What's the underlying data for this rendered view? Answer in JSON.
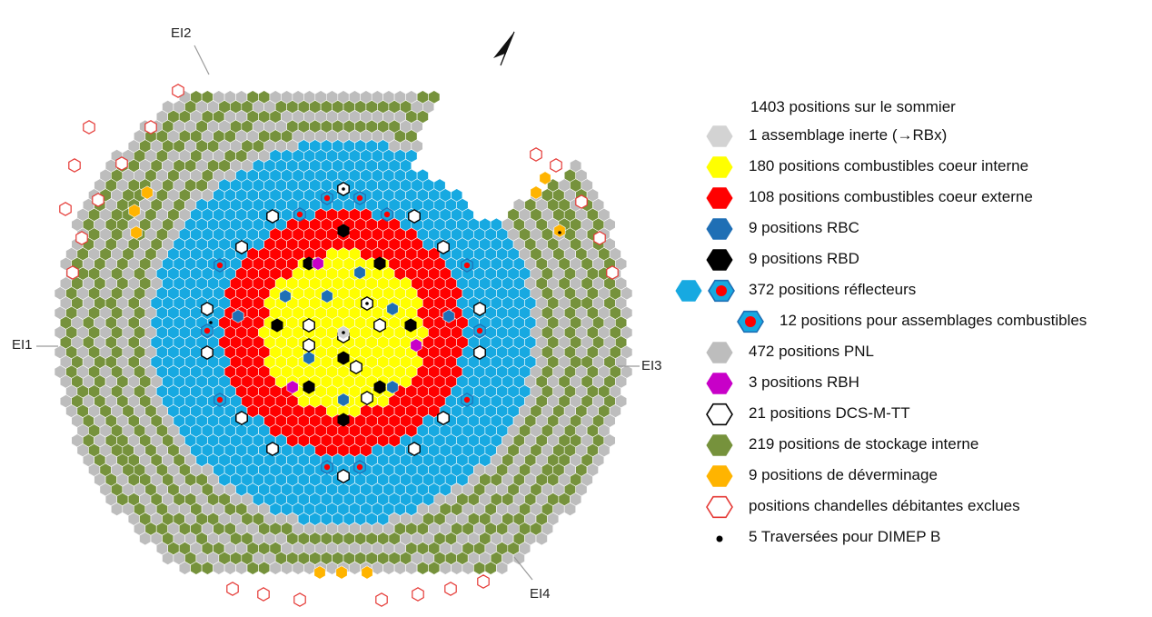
{
  "axis_labels": [
    "EI1",
    "EI2",
    "EI3",
    "EI4"
  ],
  "legend": {
    "title": "1403 positions sur le sommier",
    "items": [
      {
        "id": "inerte",
        "label": "1 assemblage inerte (→RBx)",
        "color": "#d3d3d3",
        "stroke": "#d3d3d3",
        "marker": "hex"
      },
      {
        "id": "combustible-interne",
        "label": "180 positions combustibles  coeur interne",
        "color": "#ffff00",
        "stroke": "#ffff00",
        "marker": "hex"
      },
      {
        "id": "combustible-externe",
        "label": "108 positions combustibles  coeur externe",
        "color": "#ff0000",
        "stroke": "#ff0000",
        "marker": "hex"
      },
      {
        "id": "rbc",
        "label": "9 positions RBC",
        "color": "#1f6fb5",
        "stroke": "#1f6fb5",
        "marker": "hex"
      },
      {
        "id": "rbd",
        "label": "9 positions RBD",
        "color": "#000000",
        "stroke": "#000000",
        "marker": "hex"
      },
      {
        "id": "reflecteurs",
        "label": "372 positions réflecteurs",
        "color": "#17a9e1",
        "stroke": "#17a9e1",
        "marker": "hex-pair"
      },
      {
        "id": "reflecteurs-combustibles",
        "label": "12 positions pour assemblages combustibles",
        "color": "#17a9e1",
        "stroke": "#1f6fb5",
        "marker": "hex-dot",
        "indent": true
      },
      {
        "id": "pnl",
        "label": "472 positions PNL",
        "color": "#bdbdbd",
        "stroke": "#bdbdbd",
        "marker": "hex"
      },
      {
        "id": "rbh",
        "label": "3 positions RBH",
        "color": "#c800c8",
        "stroke": "#c800c8",
        "marker": "hex"
      },
      {
        "id": "dcs",
        "label": "21 positions DCS-M-TT",
        "color": "#ffffff",
        "stroke": "#000000",
        "marker": "hex"
      },
      {
        "id": "stockage",
        "label": "219 positions de stockage interne",
        "color": "#76923c",
        "stroke": "#76923c",
        "marker": "hex"
      },
      {
        "id": "deverminage",
        "label": "9 positions de déverminage",
        "color": "#ffb400",
        "stroke": "#ffb400",
        "marker": "hex"
      },
      {
        "id": "chandelles",
        "label": "positions chandelles débitantes exclues",
        "color": "#ffffff",
        "stroke": "#e53935",
        "marker": "hex"
      },
      {
        "id": "traversees",
        "label": "5 Traversées pour DIMEP B",
        "color": "#000000",
        "stroke": "#000000",
        "marker": "dot"
      }
    ]
  },
  "colors": {
    "fuel_inner": "#ffff00",
    "fuel_outer": "#ff0000",
    "rbc": "#1f6fb5",
    "rbd": "#000000",
    "reflector": "#17a9e1",
    "pnl": "#bdbdbd",
    "rbh": "#c800c8",
    "storage": "#76923c",
    "burn_in": "#ffb400",
    "excluded_stroke": "#e53935",
    "cell_stroke": "#ffffff"
  },
  "counts": {
    "total": 1403,
    "fuel_inner": 180,
    "fuel_outer": 108,
    "rbc": 9,
    "rbd": 9,
    "reflector": 372,
    "reflector_fuel": 12,
    "pnl": 472,
    "rbh": 3,
    "dcs": 21,
    "storage": 219,
    "burn_in": 9,
    "dimep": 5
  }
}
